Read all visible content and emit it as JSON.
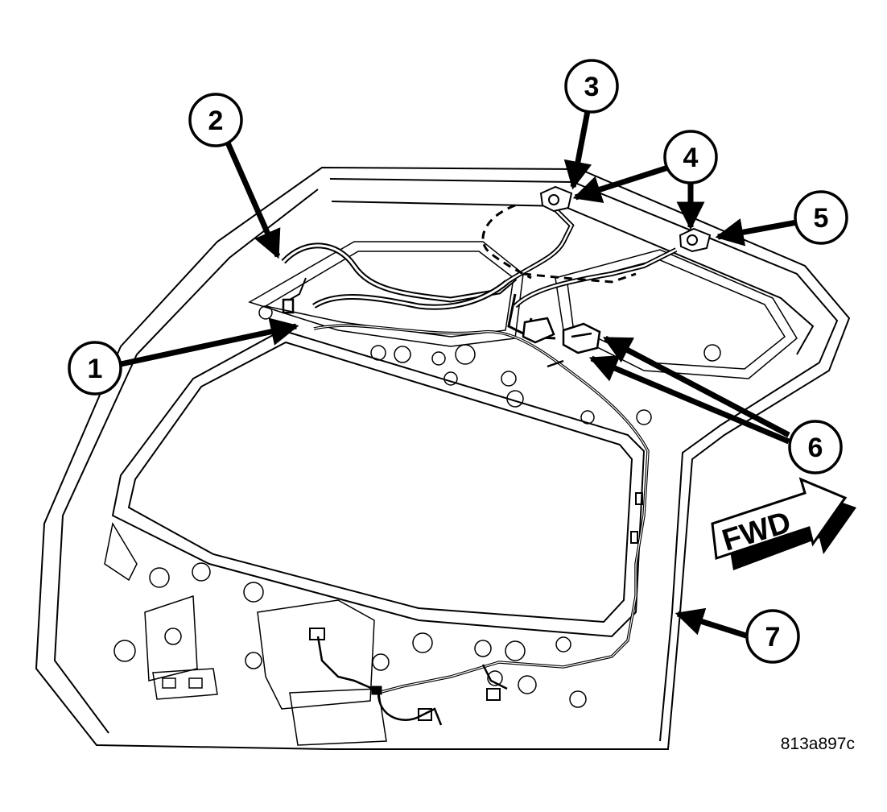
{
  "figure_id": "813a897c",
  "direction_label": "FWD",
  "callouts": [
    {
      "id": "1",
      "number": "1"
    },
    {
      "id": "2",
      "number": "2"
    },
    {
      "id": "3",
      "number": "3"
    },
    {
      "id": "4",
      "number": "4"
    },
    {
      "id": "5",
      "number": "5"
    },
    {
      "id": "6",
      "number": "6"
    },
    {
      "id": "7",
      "number": "7"
    }
  ]
}
